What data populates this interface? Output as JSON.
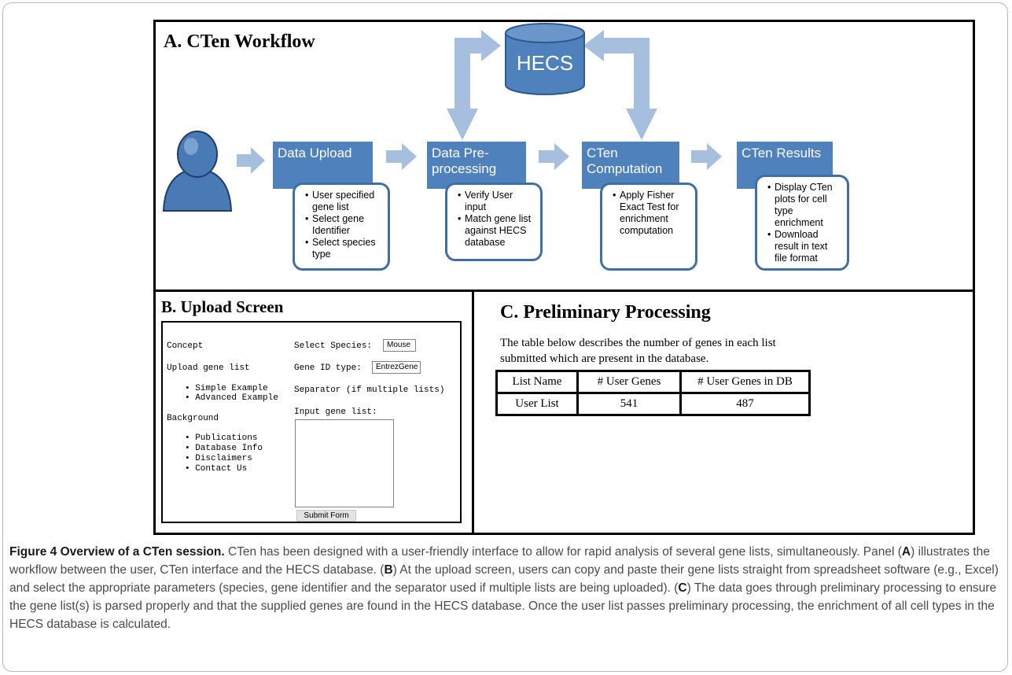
{
  "panel_a": {
    "title": "A. CTen Workflow",
    "database_label": "HECS",
    "steps": [
      {
        "label": "Data Upload",
        "notes": [
          "User specified gene list",
          "Select gene Identifier",
          "Select species type"
        ]
      },
      {
        "label": "Data Pre-processing",
        "notes": [
          "Verify User input",
          "Match gene list against HECS database"
        ]
      },
      {
        "label": "CTen Computation",
        "notes": [
          "Apply Fisher Exact Test for enrichment computation"
        ]
      },
      {
        "label": "CTen Results",
        "notes": [
          "Display CTen plots for cell type enrichment",
          "Download result in text file format"
        ]
      }
    ],
    "user_icon": "user-silhouette-icon",
    "colors": {
      "box": "#4f81bd",
      "arrow": "#a7bfde",
      "note_border": "#3f6fa8"
    }
  },
  "panel_b": {
    "title": "B. Upload Screen",
    "nav": {
      "concept": "Concept",
      "upload": "Upload gene list",
      "examples": [
        "Simple Example",
        "Advanced Example"
      ],
      "background": "Background",
      "background_links": [
        "Publications",
        "Database Info",
        "Disclaimers",
        "Contact Us"
      ]
    },
    "form": {
      "species_label": "Select Species:",
      "species_value": "Mouse",
      "gene_id_label": "Gene ID type:",
      "gene_id_value": "EntrezGene",
      "separator_label": "Separator (if multiple lists)",
      "input_label": "Input gene list:",
      "submit_label": "Submit Form"
    }
  },
  "panel_c": {
    "title": "C. Preliminary Processing",
    "description": "The table below describes the number of genes in each list submitted which are present in the database.",
    "table": {
      "headers": [
        "List Name",
        "# User Genes",
        "# User Genes in DB"
      ],
      "rows": [
        [
          "User List",
          "541",
          "487"
        ]
      ]
    }
  },
  "caption": {
    "title": "Figure 4 Overview of a CTen session.",
    "text_1": " CTen has been designed with a user-friendly interface to allow for rapid analysis of several gene lists, simultaneously. Panel (",
    "ref_a": "A",
    "text_2": ") illustrates the workflow between the user, CTen interface and the HECS database. (",
    "ref_b": "B",
    "text_3": ") At the upload screen, users can copy and paste their gene lists straight from spreadsheet software (e.g., Excel) and select the appropriate parameters (species, gene identifier and the separator used if multiple lists are being uploaded). (",
    "ref_c": "C",
    "text_4": ") The data goes through preliminary processing to ensure the gene list(s) is parsed properly and that the supplied genes are found in the HECS database. Once the user list passes preliminary processing, the enrichment of all cell types in the HECS database is calculated."
  }
}
